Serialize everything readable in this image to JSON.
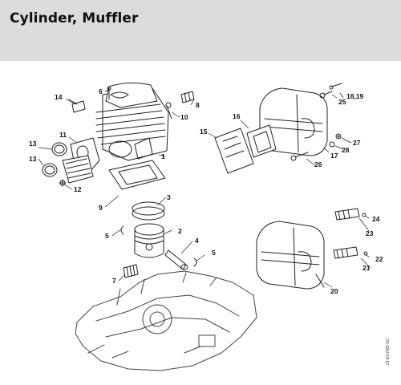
{
  "header": {
    "title": "Cylinder, Muffler"
  },
  "callouts": {
    "c1": "1",
    "c2": "2",
    "c3": "3",
    "c4": "4",
    "c5a": "5",
    "c5b": "5",
    "c6": "6",
    "c7": "7",
    "c8": "8",
    "c9": "9",
    "c10": "10",
    "c11": "11",
    "c12": "12",
    "c13a": "13",
    "c13b": "13",
    "c14": "14",
    "c15": "15",
    "c16": "16",
    "c17": "17",
    "c18": "18,19",
    "c20": "20",
    "c21": "21",
    "c22": "22",
    "c23": "23",
    "c24": "24",
    "c25": "25",
    "c26": "26",
    "c27": "27",
    "c28": "28"
  },
  "side_code": "21-ECYM3-SC"
}
